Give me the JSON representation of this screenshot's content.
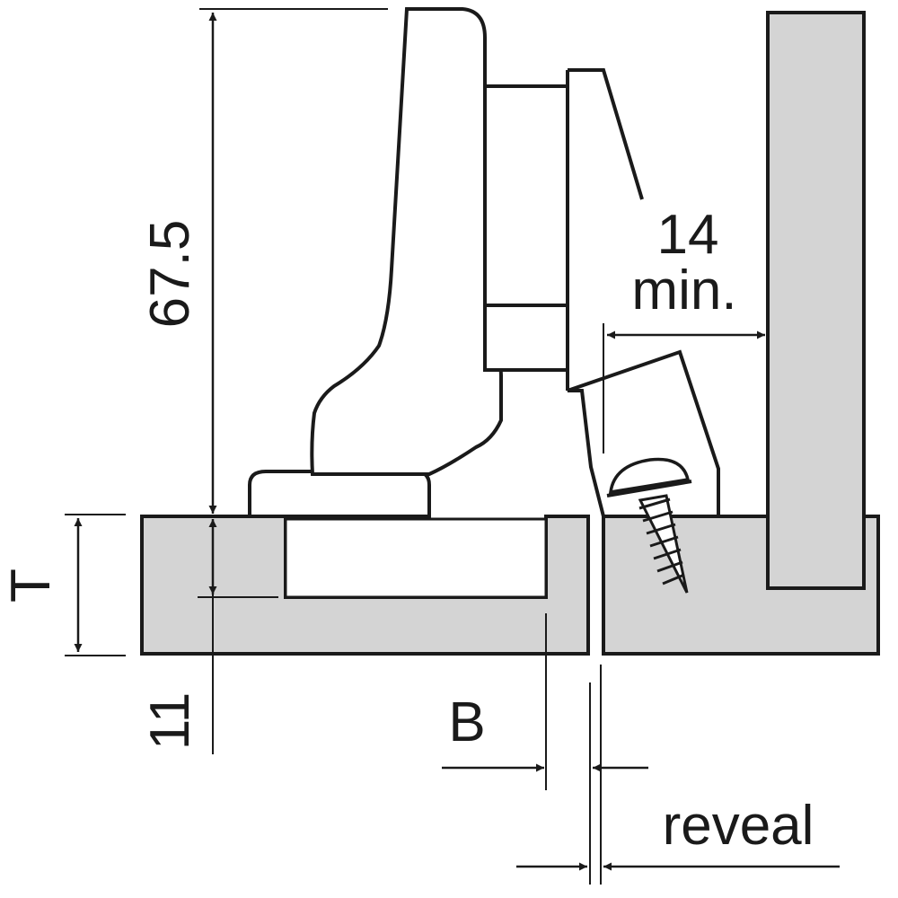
{
  "labels": {
    "height_dim": "67.5",
    "clearance_value": "14",
    "clearance_suffix": "min.",
    "thickness": "T",
    "cup_depth": "11",
    "bore_distance": "B",
    "reveal": "reveal"
  },
  "colors": {
    "panel_fill": "#d4d4d4",
    "line": "#1a1a1a",
    "background": "#ffffff"
  }
}
